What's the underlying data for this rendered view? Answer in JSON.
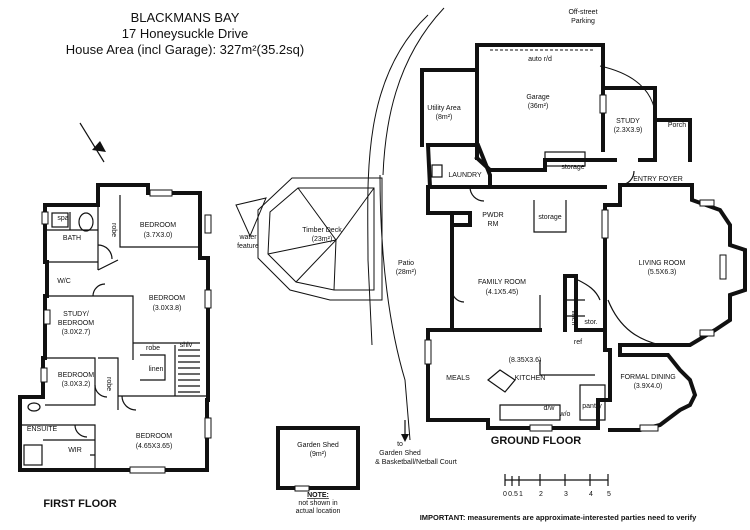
{
  "header": {
    "line1": "BLACKMANS BAY",
    "line2": "17 Honeysuckle Drive",
    "line3": "House Area (incl Garage): 327m²(35.2sq)"
  },
  "labels": {
    "offstreet1": "Off-street",
    "offstreet2": "Parking",
    "auto_rd": "auto r/d",
    "garage1": "Garage",
    "garage2": "(36m²)",
    "utility1": "Utility Area",
    "utility2": "(8m²)",
    "study_gf1": "STUDY",
    "study_gf2": "(2.3X3.9)",
    "porch": "Porch",
    "laundry": "LAUNDRY",
    "storage_gar": "storage",
    "entry": "ENTRY FOYER",
    "pwdr1": "PWDR",
    "pwdr2": "RM",
    "storage2": "storage",
    "timber1": "Timber Deck",
    "timber2": "(23m²)",
    "water1": "water",
    "water2": "feature",
    "patio1": "Patio",
    "patio2": "(28m²)",
    "family1": "FAMILY ROOM",
    "family2": "(4.1X5.45)",
    "living1": "LIVING ROOM",
    "living2": "(5.5X6.3)",
    "linen_gf": "linen",
    "stor": "stor.",
    "ref": "ref",
    "kitchen_dim": "(8.35X3.6)",
    "meals": "MEALS",
    "kitchen": "KITCHEN",
    "dw": "d/w",
    "wo": "w/o",
    "pantry": "pantry",
    "formal1": "FORMAL DINING",
    "formal2": "(3.9X4.0)",
    "ground_floor": "GROUND FLOOR",
    "to1": "to",
    "to2": "Garden Shed",
    "to3": "& Basketball/Netball Court",
    "shed1": "Garden Shed",
    "shed2": "(9m²)",
    "note1": "NOTE:",
    "note2": "not shown in",
    "note3": "actual location",
    "spa": "spa",
    "bath": "BATH",
    "robe1": "robe",
    "bed1a": "BEDROOM",
    "bed1b": "(3.7X3.0)",
    "wc": "W/C",
    "bed2a": "BEDROOM",
    "bed2b": "(3.0X3.8)",
    "study_ff1": "STUDY/",
    "study_ff2": "BEDROOM",
    "study_ff3": "(3.0X2.7)",
    "robe2": "robe",
    "shlv": "shlv",
    "linen_ff": "linen",
    "bed3a": "BEDROOM",
    "bed3b": "(3.0X3.2)",
    "robe3": "robe",
    "ensuite": "ENSUITE",
    "wir": "WIR",
    "bed4a": "BEDROOM",
    "bed4b": "(4.65X3.65)",
    "first_floor": "FIRST FLOOR",
    "important": "IMPORTANT: measurements are approximate-interested parties need to verify",
    "scale0": "0",
    "scale05": "0.5",
    "scale1": "1",
    "scale2": "2",
    "scale3": "3",
    "scale4": "4",
    "scale5": "5"
  }
}
